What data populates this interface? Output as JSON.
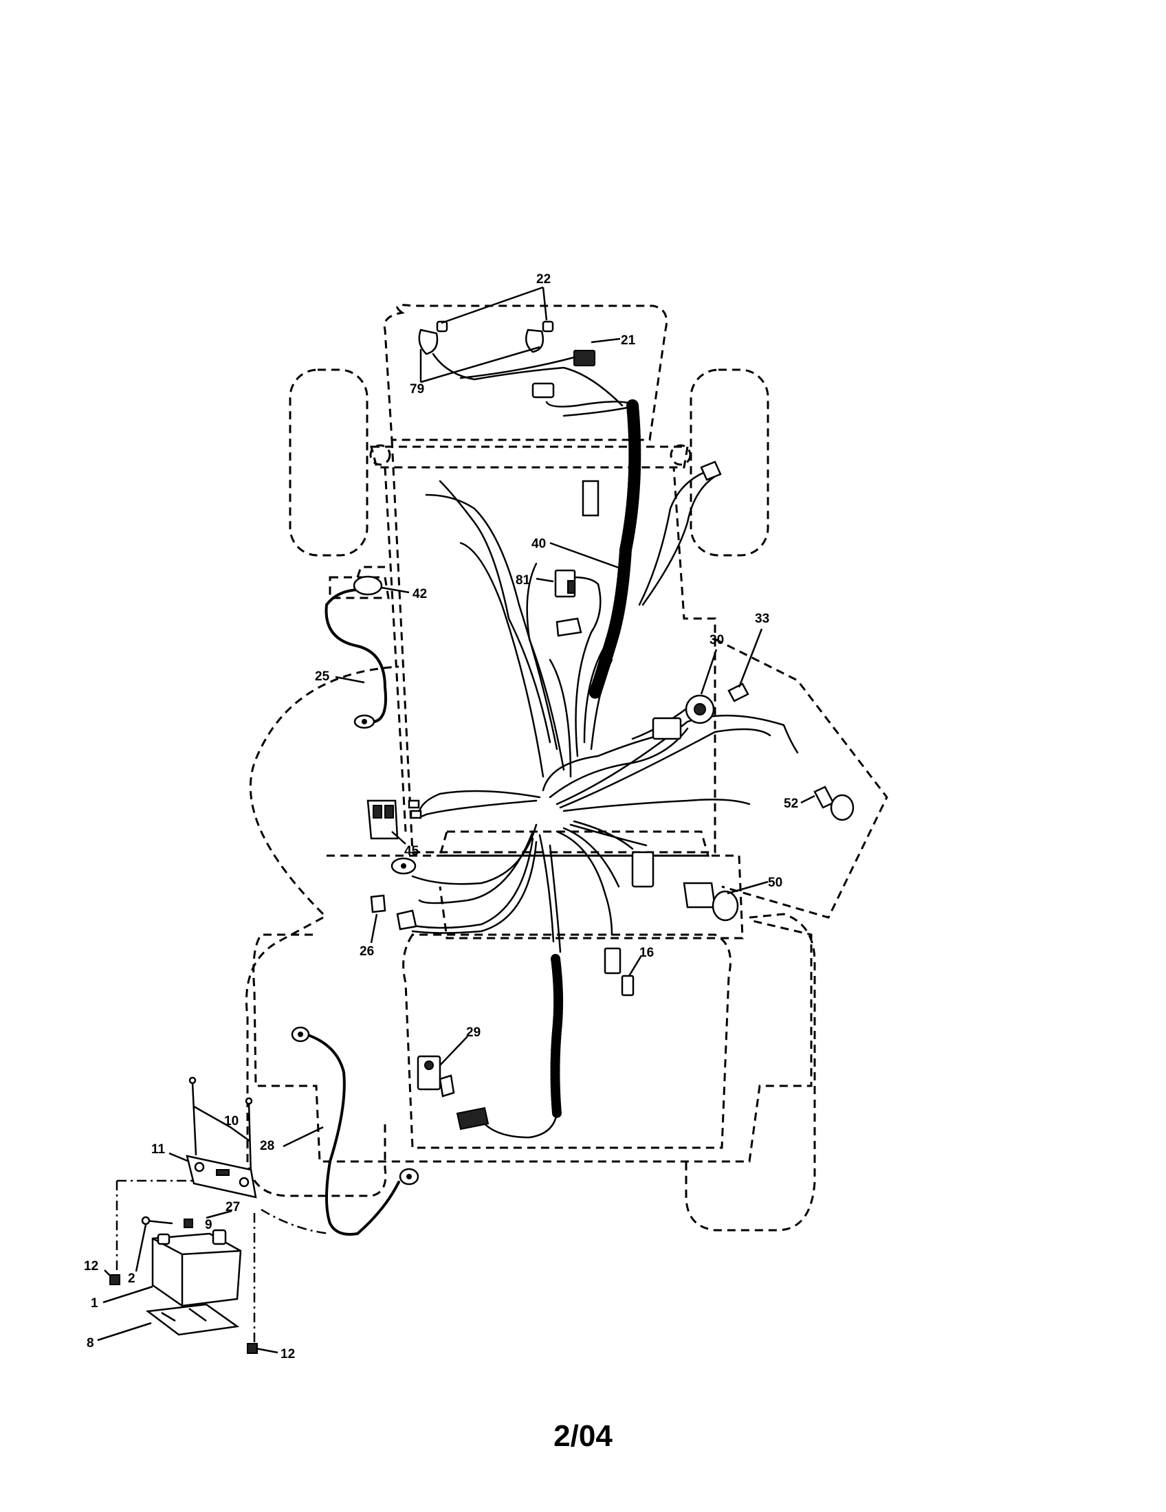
{
  "diagram": {
    "callouts": [
      {
        "id": "c22",
        "label": "22"
      },
      {
        "id": "c21",
        "label": "21"
      },
      {
        "id": "c79",
        "label": "79"
      },
      {
        "id": "c40",
        "label": "40"
      },
      {
        "id": "c81",
        "label": "81"
      },
      {
        "id": "c42",
        "label": "42"
      },
      {
        "id": "c33",
        "label": "33"
      },
      {
        "id": "c30",
        "label": "30"
      },
      {
        "id": "c25",
        "label": "25"
      },
      {
        "id": "c52",
        "label": "52"
      },
      {
        "id": "c45",
        "label": "45"
      },
      {
        "id": "c50",
        "label": "50"
      },
      {
        "id": "c26",
        "label": "26"
      },
      {
        "id": "c16",
        "label": "16"
      },
      {
        "id": "c29",
        "label": "29"
      },
      {
        "id": "c10",
        "label": "10"
      },
      {
        "id": "c11",
        "label": "11"
      },
      {
        "id": "c28",
        "label": "28"
      },
      {
        "id": "c27",
        "label": "27"
      },
      {
        "id": "c9",
        "label": "9"
      },
      {
        "id": "c12a",
        "label": "12"
      },
      {
        "id": "c2",
        "label": "2"
      },
      {
        "id": "c1",
        "label": "1"
      },
      {
        "id": "c8",
        "label": "8"
      },
      {
        "id": "c12b",
        "label": "12"
      }
    ]
  },
  "footer": {
    "code": "2/04"
  }
}
